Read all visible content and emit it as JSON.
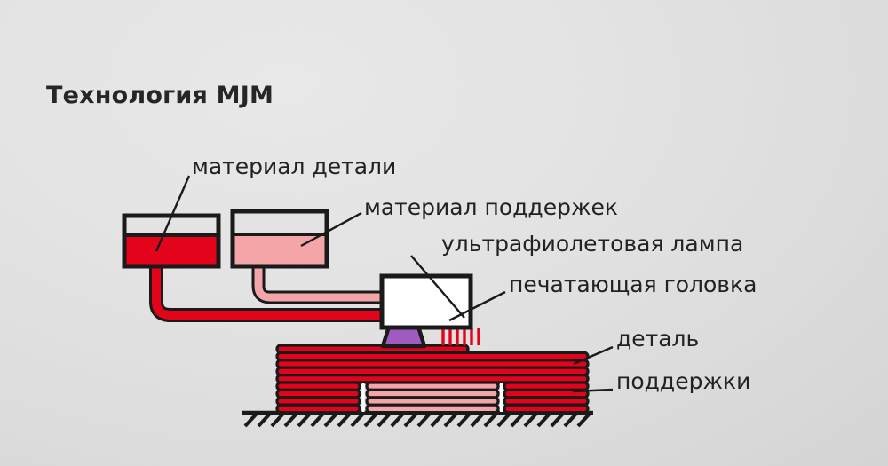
{
  "figure": {
    "title": "Технология MJM",
    "background_color": "#e3e3e3",
    "title_color": "#262626"
  },
  "palette": {
    "part_red": "#E3031B",
    "part_red_dark": "#C40016",
    "support_pink": "#F4A5A8",
    "support_pink_light": "#F7B9BC",
    "uv_lamp_purple": "#A05BC0",
    "outline_black": "#1a1a1a",
    "head_white": "#ffffff",
    "tank_empty": "#e0e0e0"
  },
  "labels": {
    "part_material": "материал детали",
    "support_material": "материал поддержек",
    "uv_lamp": "ультрафиолетовая лампа",
    "print_head": "печатающая головка",
    "part": "деталь",
    "supports": "поддержки"
  },
  "components": {
    "tank_part": {
      "name": "материал детали",
      "fill_color": "#E3031B",
      "fill_level_percent": 62
    },
    "tank_support": {
      "name": "материал поддержек",
      "fill_color": "#F4A5A8",
      "fill_level_percent": 58
    },
    "print_head": {
      "name": "печатающая головка",
      "color": "#ffffff"
    },
    "uv_lamp": {
      "name": "ультрафиолетовая лампа",
      "color": "#A05BC0"
    },
    "jets": {
      "name": "струи материала",
      "color": "#E3031B",
      "count": 6
    },
    "build_part": {
      "name": "деталь",
      "color": "#E3031B",
      "layer_count": 10
    },
    "build_supports": {
      "name": "поддержки",
      "color": "#F4A5A8",
      "layer_count": 5
    },
    "build_platform": {
      "name": "платформа построения",
      "hatch_count": 26
    }
  }
}
